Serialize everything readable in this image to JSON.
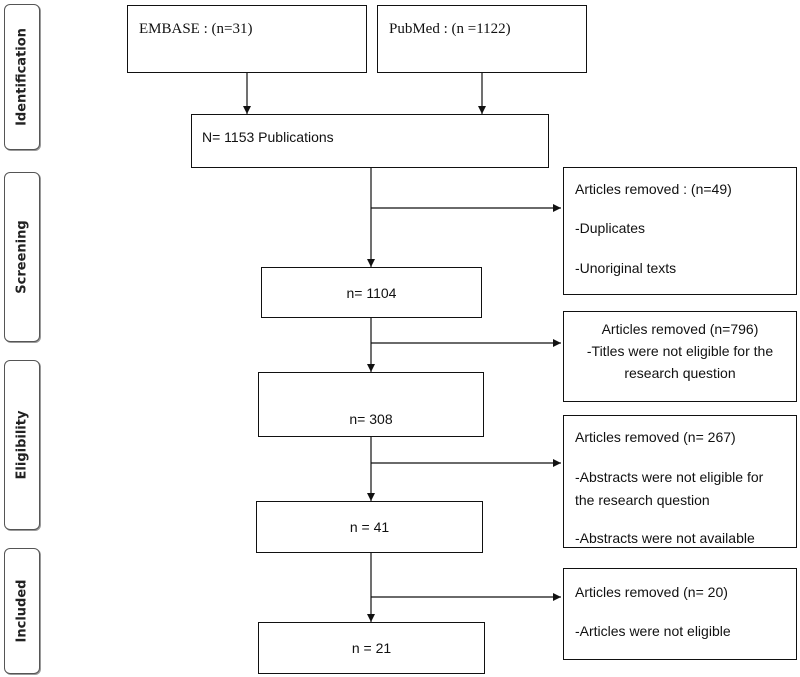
{
  "phases": {
    "identification": "Identification",
    "screening": "Screening",
    "eligibility": "Eligibility",
    "included": "Included"
  },
  "sources": {
    "embase": "EMBASE : (n=31)",
    "pubmed": "PubMed : (n =1122)"
  },
  "flow": {
    "combined": "N= 1153 Publications",
    "screened": "n= 1104",
    "eligible": "n= 308",
    "assessed": "n = 41",
    "included": "n = 21"
  },
  "removed": {
    "duplicates": {
      "title": "Articles removed : (n=49)",
      "items": [
        "-Duplicates",
        "-Unoriginal texts"
      ]
    },
    "titles": {
      "title": "Articles removed (n=796)",
      "items": [
        "-Titles were not eligible for the",
        "research question"
      ]
    },
    "abstracts": {
      "title": "Articles removed (n= 267)",
      "items": [
        "-Abstracts were not eligible for",
        "the research question",
        "-Abstracts were not available"
      ]
    },
    "final": {
      "title": "Articles removed (n= 20)",
      "items": [
        "-Articles were not eligible"
      ]
    }
  }
}
